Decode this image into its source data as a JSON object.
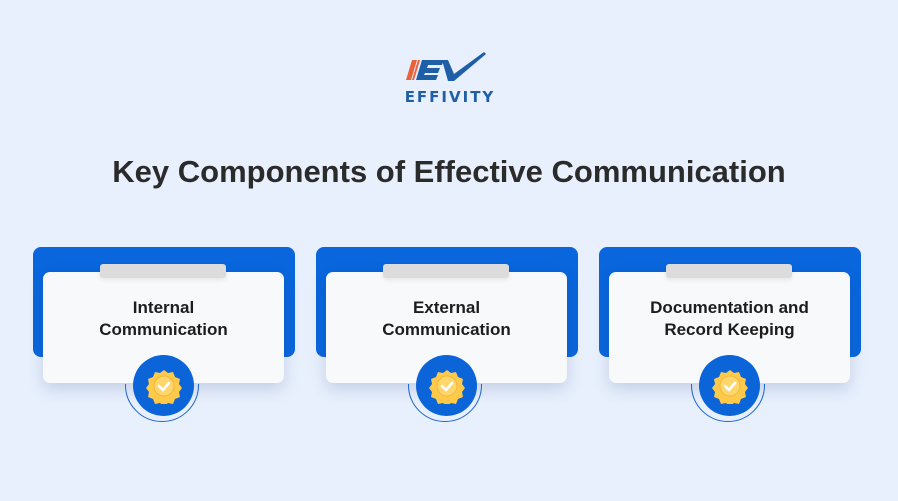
{
  "brand": {
    "name": "EFFIVITY",
    "monogram": "EV",
    "colors": {
      "primary": "#1f5fa8",
      "accent": "#e8623a"
    }
  },
  "title": "Key Components of Effective Communication",
  "colors": {
    "background": "#e8f0fd",
    "card_blue": "#0966dc",
    "badge_gold": "#ffc94a"
  },
  "cards": [
    {
      "line1": "Internal",
      "line2": "Communication",
      "icon": "check-badge-icon"
    },
    {
      "line1": "External",
      "line2": "Communication",
      "icon": "check-badge-icon"
    },
    {
      "line1": "Documentation and",
      "line2": "Record Keeping",
      "icon": "check-badge-icon"
    }
  ]
}
